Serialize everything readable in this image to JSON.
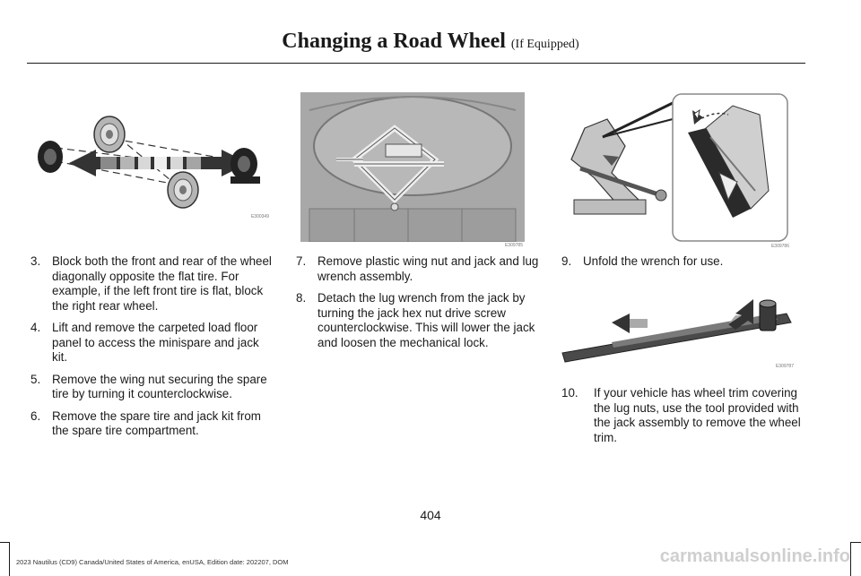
{
  "header": {
    "title": "Changing a Road Wheel",
    "subtitle": "(If Equipped)"
  },
  "figures": {
    "wheels": {
      "label": "E300349"
    },
    "jack_compartment": {
      "label": "E309785"
    },
    "jack_unfold": {
      "label": "E309786"
    },
    "wrench": {
      "label": "E309787"
    }
  },
  "column_left": {
    "steps": [
      {
        "num": "3.",
        "text": "Block both the front and rear of the wheel diagonally opposite the flat tire. For example, if the left front tire is flat, block the right rear wheel."
      },
      {
        "num": "4.",
        "text": "Lift and remove the carpeted load floor panel to access the minispare and jack kit."
      },
      {
        "num": "5.",
        "text": "Remove the wing nut securing the spare tire by turning it counterclockwise."
      },
      {
        "num": "6.",
        "text": "Remove the spare tire and jack kit from the spare tire compartment."
      }
    ]
  },
  "column_middle": {
    "steps": [
      {
        "num": "7.",
        "text": "Remove plastic wing nut and jack and lug wrench assembly."
      },
      {
        "num": "8.",
        "text": "Detach the lug wrench from the jack by turning the jack hex nut drive screw counterclockwise. This will lower the jack and loosen the mechanical lock."
      }
    ]
  },
  "column_right": {
    "step9": {
      "num": "9.",
      "text": "Unfold the wrench for use."
    },
    "step10": {
      "num": "10.",
      "text": "If your vehicle has wheel trim covering the lug nuts, use the tool provided with the jack assembly to remove the wheel trim."
    }
  },
  "page_number": "404",
  "footer": "2023 Nautilus (CD9) Canada/United States of America, enUSA, Edition date: 202207, DOM",
  "watermark": "carmanualsonline.info",
  "colors": {
    "text": "#1a1a1a",
    "rule": "#1a1a1a",
    "illustration_gray": "#9a9a9a"
  }
}
